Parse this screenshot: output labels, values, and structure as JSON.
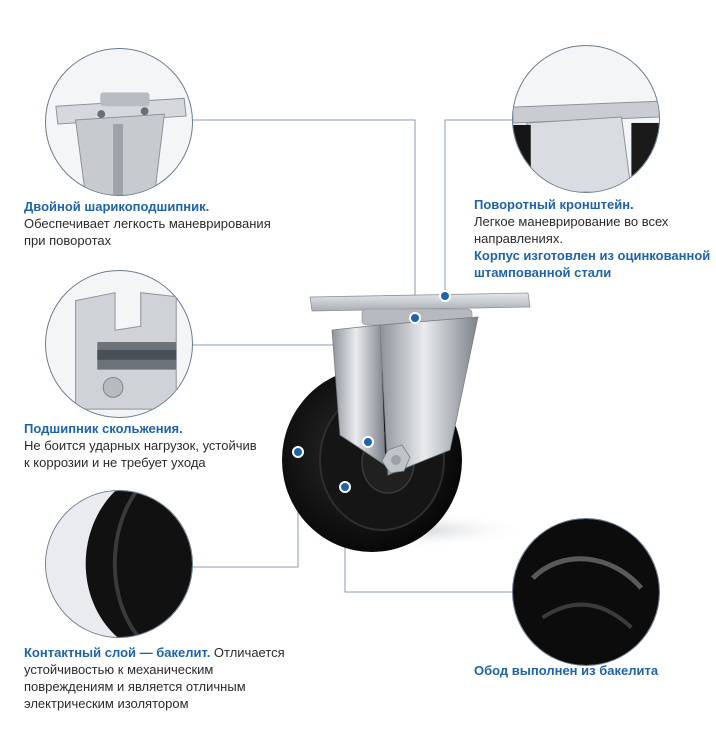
{
  "callouts": {
    "double_bearing": {
      "title": "Двойной шарикоподшипник.",
      "text_lines": [
        "Обеспечивает легкость маневрирования",
        "при поворотах"
      ]
    },
    "swivel_bracket": {
      "title": "Поворотный кронштейн.",
      "text_lines": [
        "Легкое маневрирование во всех",
        "направлениях."
      ],
      "extra_lines": [
        "Корпус изготовлен из оцинкованной",
        "штампованной стали"
      ]
    },
    "plain_bearing": {
      "title": "Подшипник скольжения.",
      "text_lines": [
        "Не боится ударных нагрузок, устойчив",
        "к коррозии и не требует ухода"
      ]
    },
    "contact_layer": {
      "title": "Контактный слой — бакелит.",
      "first_line_rest": " Отличается",
      "text_lines": [
        "устойчивостью к механическим",
        "повреждениям и является отличным",
        "электрическим изолятором"
      ]
    },
    "rim": {
      "title": "Обод выполнен из бакелита"
    }
  },
  "colors": {
    "accent": "#1f64a8",
    "leader": "#8a9bb0",
    "dot": "#1f64a8",
    "wheel": "#121212",
    "metal": "#c9ccd1"
  },
  "icons": {
    "marker": "blue-dot-marker"
  }
}
